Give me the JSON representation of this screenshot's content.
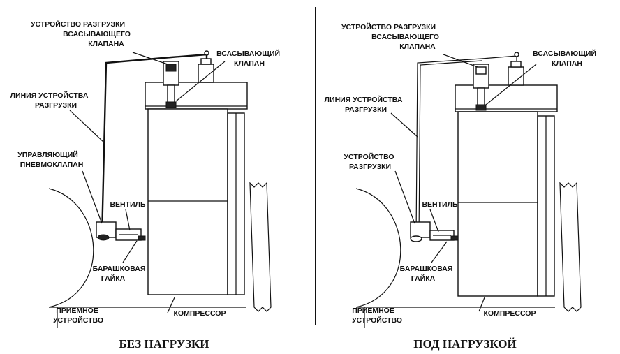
{
  "left_panel": {
    "caption": "БЕЗ НАГРУЗКИ",
    "labels": {
      "unloader_suction_valve": [
        "УСТРОЙСТВО РАЗГРУЗКИ",
        "ВСАСЫВАЮЩЕГО",
        "КЛАПАНА"
      ],
      "suction_valve": [
        "ВСАСЫВАЮЩИЙ",
        "КЛАПАН"
      ],
      "unloader_line": [
        "ЛИНИЯ УСТРОЙСТВА",
        "РАЗГРУЗКИ"
      ],
      "control_valve": [
        "УПРАВЛЯЮЩИЙ",
        "ПНЕВМОКЛАПАН"
      ],
      "ventil": [
        "ВЕНТИЛЬ"
      ],
      "wing_nut": [
        "БАРАШКОВАЯ",
        "ГАЙКА"
      ],
      "receiver": [
        "ПРИЕМНОЕ",
        "УСТРОЙСТВО"
      ],
      "compressor": [
        "КОМПРЕССОР"
      ]
    }
  },
  "right_panel": {
    "caption": "ПОД НАГРУЗКОЙ",
    "labels": {
      "unloader_suction_valve": [
        "УСТРОЙСТВО РАЗГРУЗКИ",
        "ВСАСЫВАЮЩЕГО",
        "КЛАПАНА"
      ],
      "suction_valve": [
        "ВСАСЫВАЮЩИЙ",
        "КЛАПАН"
      ],
      "unloader_line": [
        "ЛИНИЯ УСТРОЙСТВА",
        "РАЗГРУЗКИ"
      ],
      "unloader": [
        "УСТРОЙСТВО",
        "РАЗГРУЗКИ"
      ],
      "ventil": [
        "ВЕНТИЛЬ"
      ],
      "wing_nut": [
        "БАРАШКОВАЯ",
        "ГАЙКА"
      ],
      "receiver": [
        "ПРИЕМНОЕ",
        "УСТРОЙСТВО"
      ],
      "compressor": [
        "КОМПРЕССОР"
      ]
    }
  }
}
